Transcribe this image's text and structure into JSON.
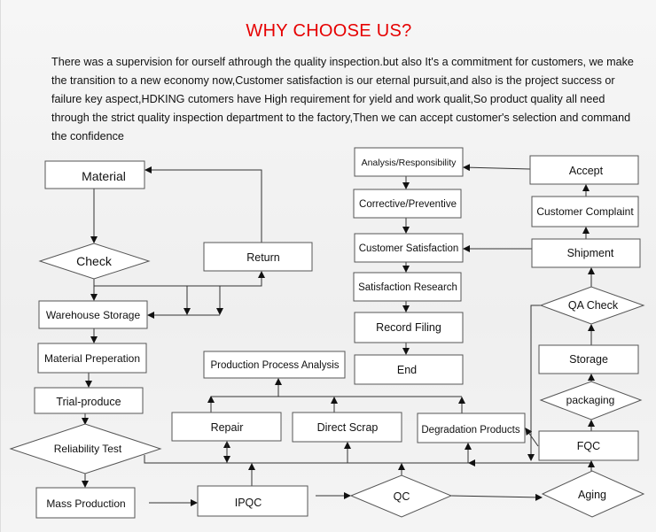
{
  "title": "WHY CHOOSE US?",
  "paragraph": "There was a supervision for ourself athrough the quality inspection.but also It's a commitment for customers, we make the transition to a new economy now,Customer satisfaction is our eternal pursuit,and also is the project success or failure key aspect,HDKING cutomers have High requirement for yield and work qualit,So product quality all need through the strict quality inspection department to the factory,Then we can accept customer's selection and command the confidence",
  "colors": {
    "title": "#e60000"
  },
  "nodes": {
    "material": "Material",
    "check": "Check",
    "return": "Return",
    "warehouse_storage": "Warehouse Storage",
    "material_preperation": "Material Preperation",
    "trial_produce": "Trial-produce",
    "reliability_test": "Reliability Test",
    "mass_production": "Mass Production",
    "ipqc": "IPQC",
    "qc": "QC",
    "aging": "Aging",
    "repair": "Repair",
    "direct_scrap": "Direct Scrap",
    "degradation_products": "Degradation Products",
    "production_process_analysis": "Production Process Analysis",
    "fqc": "FQC",
    "packaging": "packaging",
    "storage": "Storage",
    "qa_check": "QA Check",
    "shipment": "Shipment",
    "customer_complaint": "Customer Complaint",
    "accept": "Accept",
    "analysis_responsibility": "Analysis/Responsibility",
    "corrective_preventive": "Corrective/Preventive",
    "customer_satisfaction": "Customer Satisfaction",
    "satisfaction_research": "Satisfaction Research",
    "record_filing": "Record Filing",
    "end": "End"
  }
}
